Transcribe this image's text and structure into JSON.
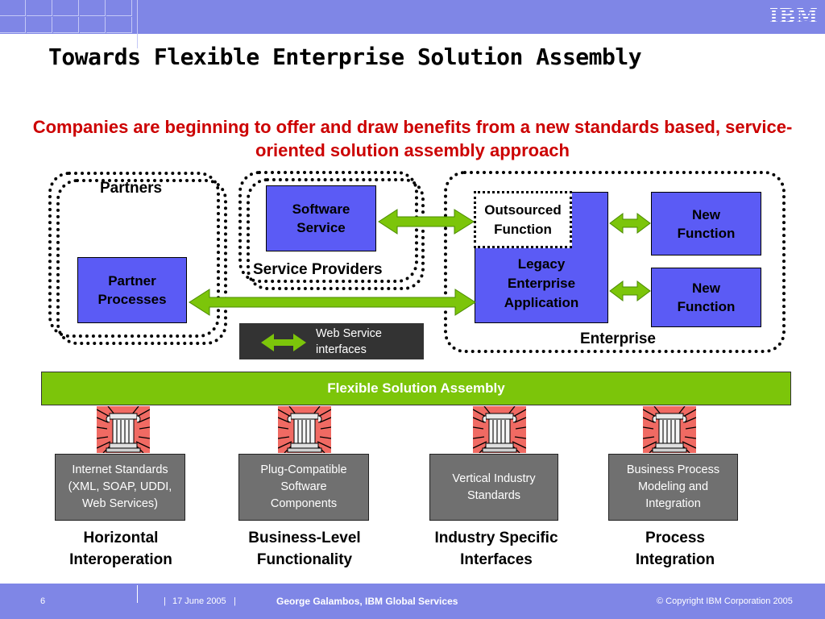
{
  "header": {
    "logo": "IBM",
    "title": "Towards Flexible Enterprise Solution Assembly",
    "subtitle": "Companies are beginning to offer and draw benefits from a new standards based, service-oriented solution assembly approach"
  },
  "groups": {
    "partners_label": "Partners",
    "service_providers_label": "Service Providers",
    "enterprise_label": "Enterprise"
  },
  "boxes": {
    "partner_processes": "Partner\nProcesses",
    "software_service": "Software\nService",
    "outsourced_function": "Outsourced\nFunction",
    "legacy_app": "Legacy\nEnterprise\nApplication",
    "new_function_1": "New\nFunction",
    "new_function_2": "New\nFunction"
  },
  "legend": {
    "text": "Web Service\ninterfaces",
    "icon": "double-arrow-icon"
  },
  "assembly_bar": "Flexible Solution Assembly",
  "standards": [
    {
      "box": "Internet Standards\n(XML, SOAP, UDDI,\nWeb Services)",
      "label": "Horizontal\nInteroperation"
    },
    {
      "box": "Plug-Compatible\nSoftware\nComponents",
      "label": "Business-Level\nFunctionality"
    },
    {
      "box": "Vertical Industry\nStandards",
      "label": "Industry Specific\nInterfaces"
    },
    {
      "box": "Business Process\nModeling and\nIntegration",
      "label": "Process\nIntegration"
    }
  ],
  "footer": {
    "page_number": "6",
    "date": "17 June 2005",
    "author": "George Galambos, IBM Global Services",
    "copyright": "© Copyright IBM Corporation 2005"
  },
  "colors": {
    "header_band": "#7f86e6",
    "box_blue": "#5b5bf5",
    "arrow_green": "#7cc50a",
    "subtitle_red": "#cc0000",
    "standard_gray": "#707070"
  }
}
